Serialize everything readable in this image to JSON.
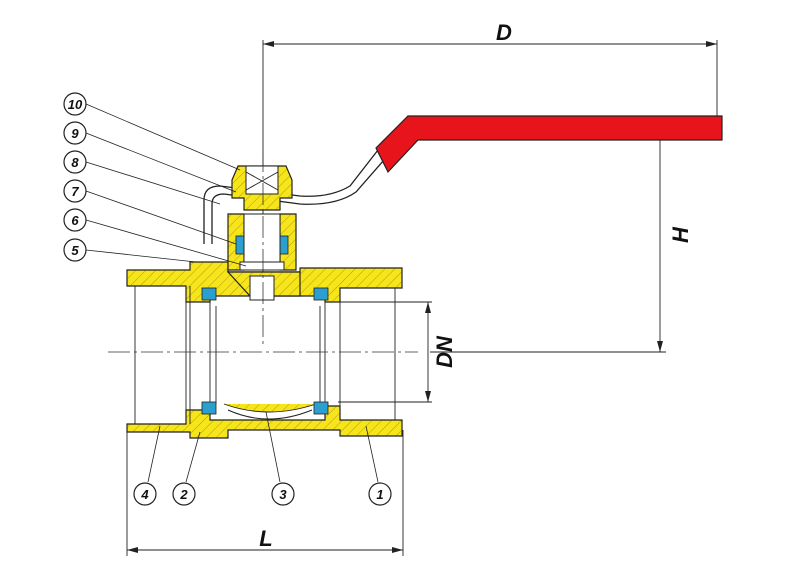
{
  "dimensions": {
    "D": "D",
    "H": "H",
    "DN": "DN",
    "L": "L"
  },
  "callouts": [
    {
      "id": "10",
      "label": "10"
    },
    {
      "id": "9",
      "label": "9"
    },
    {
      "id": "8",
      "label": "8"
    },
    {
      "id": "7",
      "label": "7"
    },
    {
      "id": "6",
      "label": "6"
    },
    {
      "id": "5",
      "label": "5"
    },
    {
      "id": "4",
      "label": "4"
    },
    {
      "id": "2",
      "label": "2"
    },
    {
      "id": "3",
      "label": "3"
    },
    {
      "id": "1",
      "label": "1"
    }
  ],
  "colors": {
    "handle": "#e8141b",
    "brass": "#f5e51a",
    "seal": "#2a9fd0",
    "outline": "#222222"
  }
}
